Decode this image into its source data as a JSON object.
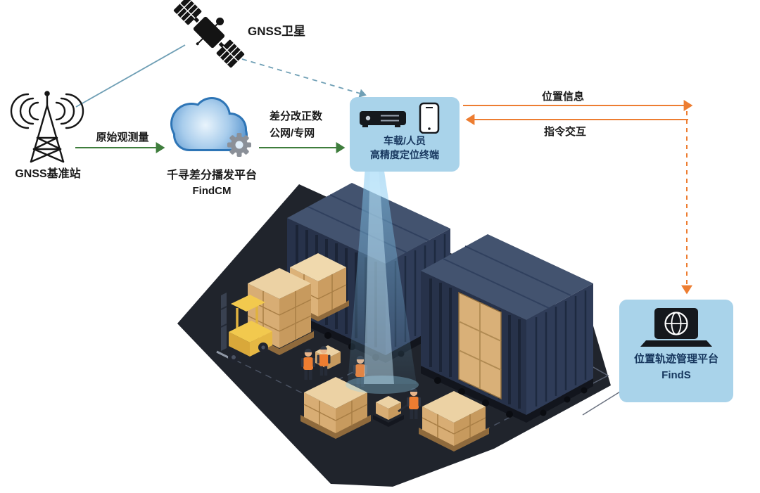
{
  "diagram": {
    "satellite": {
      "label": "GNSS卫星"
    },
    "base_station": {
      "label": "GNSS基准站"
    },
    "flow_base_to_cloud": {
      "label": "原始观测量"
    },
    "cloud_platform": {
      "title": "千寻差分播发平台",
      "name": "FindCM"
    },
    "flow_cloud_to_terminal": {
      "line1": "差分改正数",
      "line2": "公网/专网"
    },
    "terminal_panel": {
      "line1": "车载/人员",
      "line2": "高精度定位终端"
    },
    "flow_terminal_to_platform": {
      "label": "位置信息"
    },
    "flow_platform_to_terminal": {
      "label": "指令交互"
    },
    "management_panel": {
      "title": "位置轨迹管理平台",
      "name": "FindS"
    },
    "icons": {
      "satellite": "satellite-icon",
      "base_station": "antenna-tower-icon",
      "cloud": "cloud-gear-icon",
      "terminal": "receiver-and-phone-icon",
      "management": "laptop-globe-icon"
    },
    "colors": {
      "link_teal": "#6f9fb5",
      "arrow_green": "#3e7d3c",
      "arrow_orange": "#ed7d31",
      "panel_bg": "#a9d3ea",
      "panel_text": "#17375e",
      "beam_blue": "#7ec3e8"
    }
  }
}
